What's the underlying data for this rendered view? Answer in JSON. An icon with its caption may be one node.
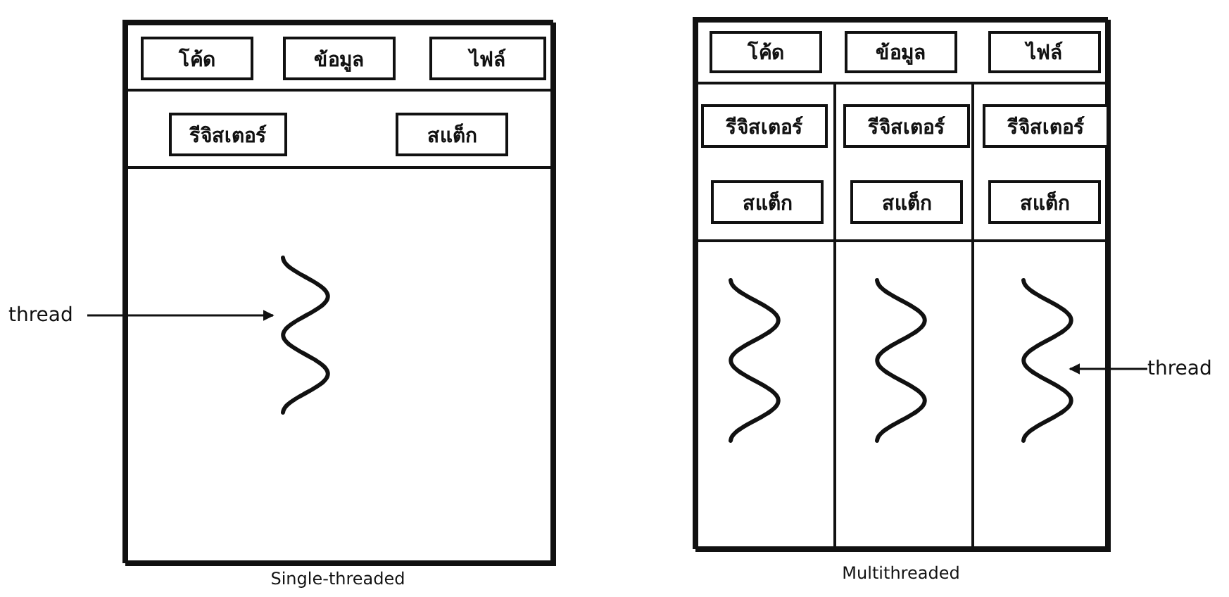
{
  "diagram": {
    "nodes": [
      {
        "text": [],
        "shape": "box"
      },
      {
        "text": [],
        "shape": "box",
        "in": 0
      },
      {
        "text": [
          "โค้ด"
        ],
        "in": 1
      },
      {
        "text": [
          "ข้อมูล"
        ],
        "in": 1
      },
      {
        "text": [
          "ไฟล์"
        ],
        "in": 1
      },
      {
        "text": [],
        "shape": "box",
        "in": 0
      },
      {
        "text": [
          "รีจิสเตอร์"
        ],
        "in": 5
      },
      {
        "text": [
          "สแต็ก"
        ],
        "in": 5
      },
      {
        "text": [],
        "shape": "box",
        "in": 0
      },
      {
        "text": [],
        "shape": "picture",
        "in": 8
      },
      {
        "text": [
          "thread"
        ]
      },
      {
        "text": [],
        "shape": "box"
      },
      {
        "text": [],
        "shape": "box",
        "in": 11
      },
      {
        "text": [
          "โค้ด"
        ],
        "in": 12
      },
      {
        "text": [
          "ข้อมูล"
        ],
        "in": 12
      },
      {
        "text": [
          "ไฟล์"
        ],
        "in": 12
      },
      {
        "text": [],
        "shape": "box",
        "in": 11
      },
      {
        "text": [
          "รีจิสเตอร์"
        ],
        "in": 16
      },
      {
        "text": [
          "สแต็ก"
        ],
        "in": 16
      },
      {
        "text": [],
        "shape": "picture",
        "in": 16
      },
      {
        "text": [],
        "shape": "box",
        "in": 11
      },
      {
        "text": [
          "รีจิสเตอร์"
        ],
        "in": 20
      },
      {
        "text": [
          "สแต็ก"
        ],
        "in": 20
      },
      {
        "text": [],
        "shape": "picture",
        "in": 20
      },
      {
        "text": [],
        "shape": "box",
        "in": 11
      },
      {
        "text": [
          "รีจิสเตอร์"
        ],
        "in": 24
      },
      {
        "text": [
          "สแต็ก"
        ],
        "in": 24
      },
      {
        "text": [],
        "shape": "picture",
        "in": 24
      },
      {
        "text": [
          "thread"
        ]
      }
    ],
    "edges": [
      {
        "from": 10,
        "to": 9,
        "arrow": "to"
      },
      {
        "from": 28,
        "to": 27,
        "arrow": "to"
      }
    ],
    "labels": [
      "Single-threaded",
      "Multithreaded"
    ]
  }
}
